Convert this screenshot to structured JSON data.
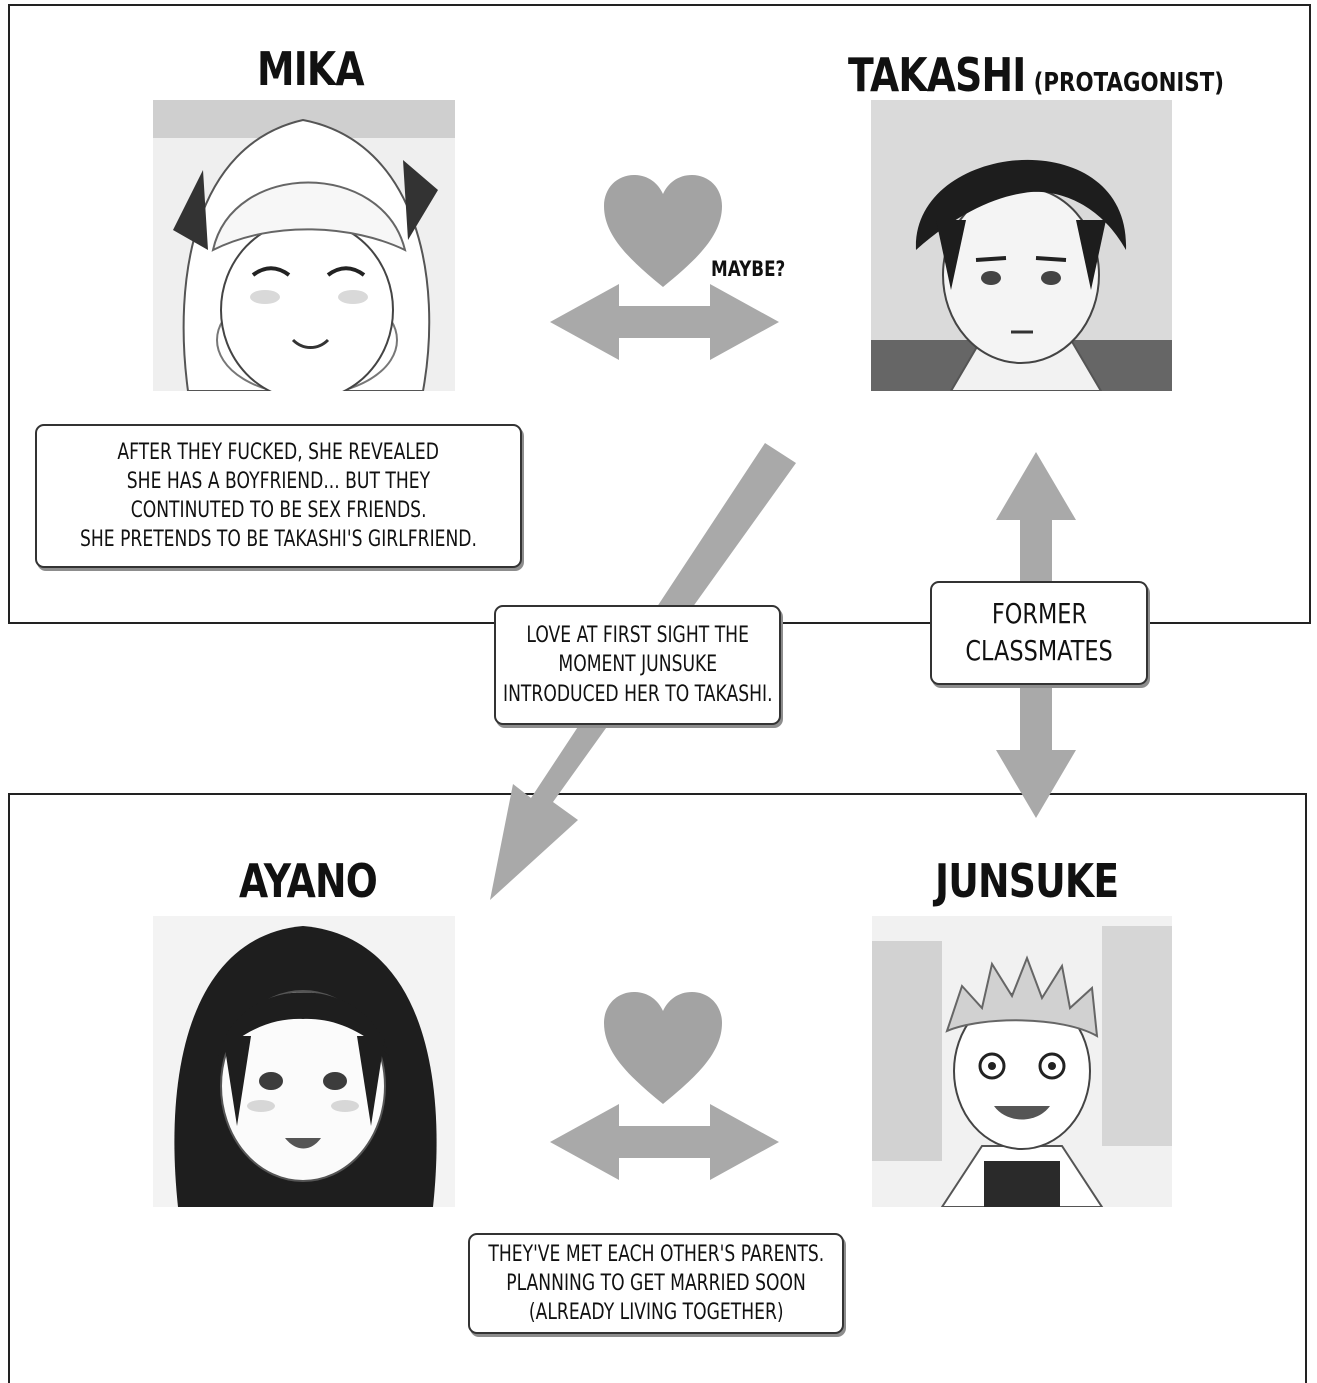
{
  "colors": {
    "frame": "#222222",
    "arrow": "#a9a9a9",
    "heart": "#a3a3a3",
    "note_border": "#333333"
  },
  "characters": {
    "mika": {
      "name": "MIKA",
      "portrait": "blonde-girl-smiling-eyes-closed"
    },
    "takashi": {
      "name": "TAKASHI",
      "role": "(PROTAGONIST)",
      "portrait": "dark-haired-boy-neutral"
    },
    "ayano": {
      "name": "AYANO",
      "portrait": "long-dark-haired-girl-blushing"
    },
    "junsuke": {
      "name": "JUNSUKE",
      "portrait": "spiky-haired-boy-surprised"
    }
  },
  "relations": {
    "mika_takashi": {
      "icon": "heart-icon",
      "arrow": "double-arrow-horizontal",
      "label": "MAYBE?",
      "note": [
        "AFTER THEY FUCKED, SHE REVEALED",
        "SHE HAS A BOYFRIEND... BUT THEY",
        "CONTINUTED TO BE SEX FRIENDS.",
        "SHE PRETENDS TO BE TAKASHI'S GIRLFRIEND."
      ]
    },
    "takashi_ayano": {
      "arrow": "arrow-diagonal-down-left",
      "note": [
        "LOVE AT FIRST SIGHT THE",
        "MOMENT JUNSUKE",
        "INTRODUCED HER TO TAKASHI."
      ]
    },
    "takashi_junsuke": {
      "arrow": "double-arrow-vertical",
      "note": [
        "FORMER",
        "CLASSMATES"
      ]
    },
    "ayano_junsuke": {
      "icon": "heart-icon",
      "arrow": "double-arrow-horizontal",
      "note": [
        "THEY'VE MET EACH OTHER'S PARENTS.",
        "PLANNING TO GET MARRIED SOON",
        "(ALREADY LIVING TOGETHER)"
      ]
    }
  }
}
